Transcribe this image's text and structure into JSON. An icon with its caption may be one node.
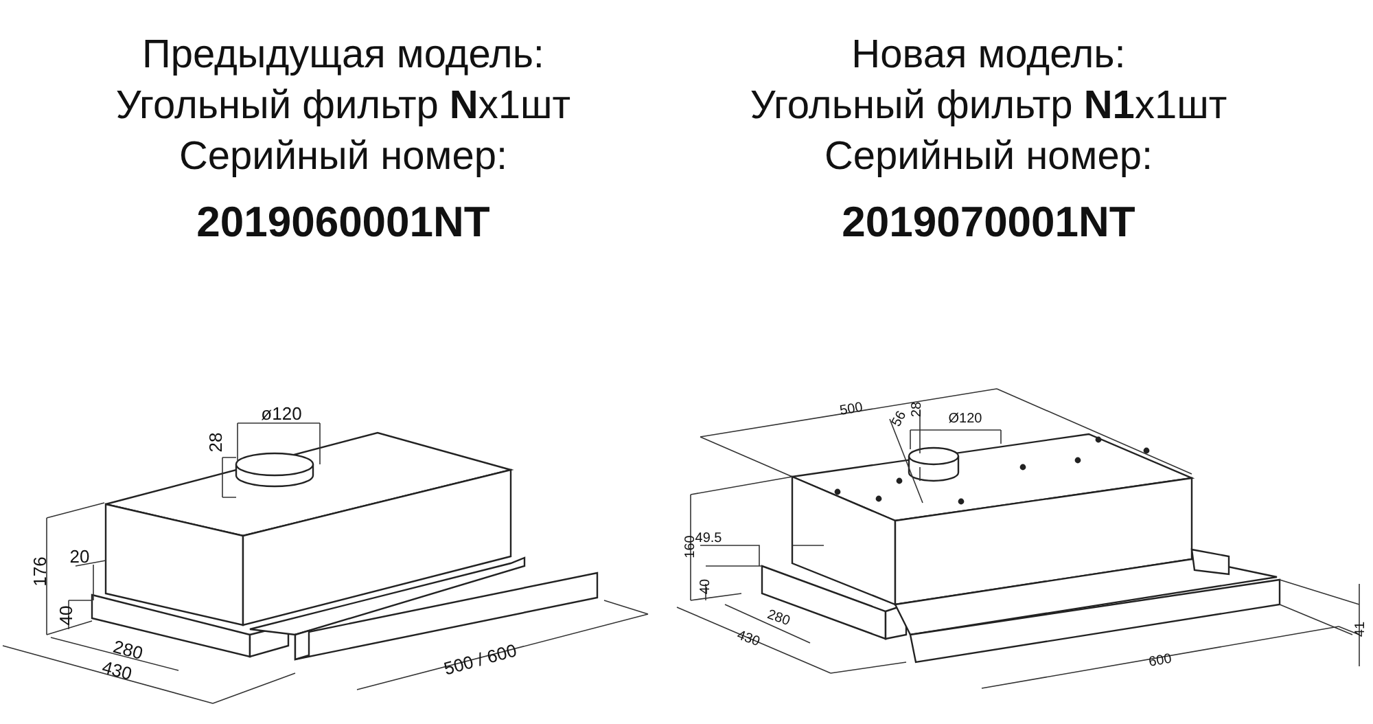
{
  "diagram": {
    "labels": [
      "Предыдущая модель:",
      "Угольный фильтр **N**x1шт",
      "Серийный номер:",
      "2019060001NT",
      "Новая модель:",
      "Угольный фильтр **N1**x1шт",
      "Серийный номер:",
      "2019070001NT",
      "ø120",
      "28",
      "176",
      "20",
      "40",
      "280",
      "430",
      "500 / 600",
      "500",
      "56",
      "28",
      "Ø120",
      "160",
      "49.5",
      "40",
      "280",
      "430",
      "600",
      "41"
    ]
  }
}
